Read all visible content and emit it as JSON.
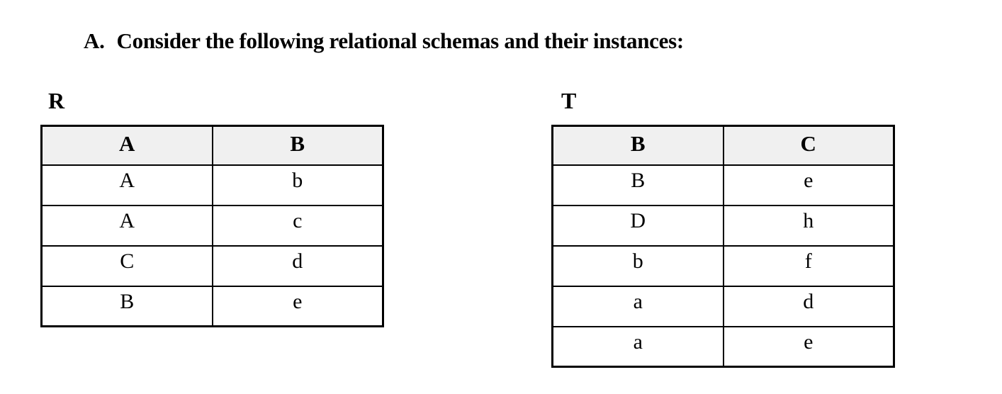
{
  "heading": {
    "label": "A.",
    "text": "Consider the following relational schemas and their instances:"
  },
  "tables": {
    "r": {
      "title": "R",
      "columns": [
        "A",
        "B"
      ],
      "rows": [
        [
          "A",
          "b"
        ],
        [
          "A",
          "c"
        ],
        [
          "C",
          "d"
        ],
        [
          "B",
          "e"
        ]
      ]
    },
    "t": {
      "title": "T",
      "columns": [
        "B",
        "C"
      ],
      "rows": [
        [
          "B",
          "e"
        ],
        [
          "D",
          "h"
        ],
        [
          "b",
          "f"
        ],
        [
          "a",
          "d"
        ],
        [
          "a",
          "e"
        ]
      ]
    }
  },
  "colors": {
    "page_background": "#ffffff",
    "header_cell_background": "#f0f0f0",
    "border": "#000000",
    "text": "#000000"
  }
}
